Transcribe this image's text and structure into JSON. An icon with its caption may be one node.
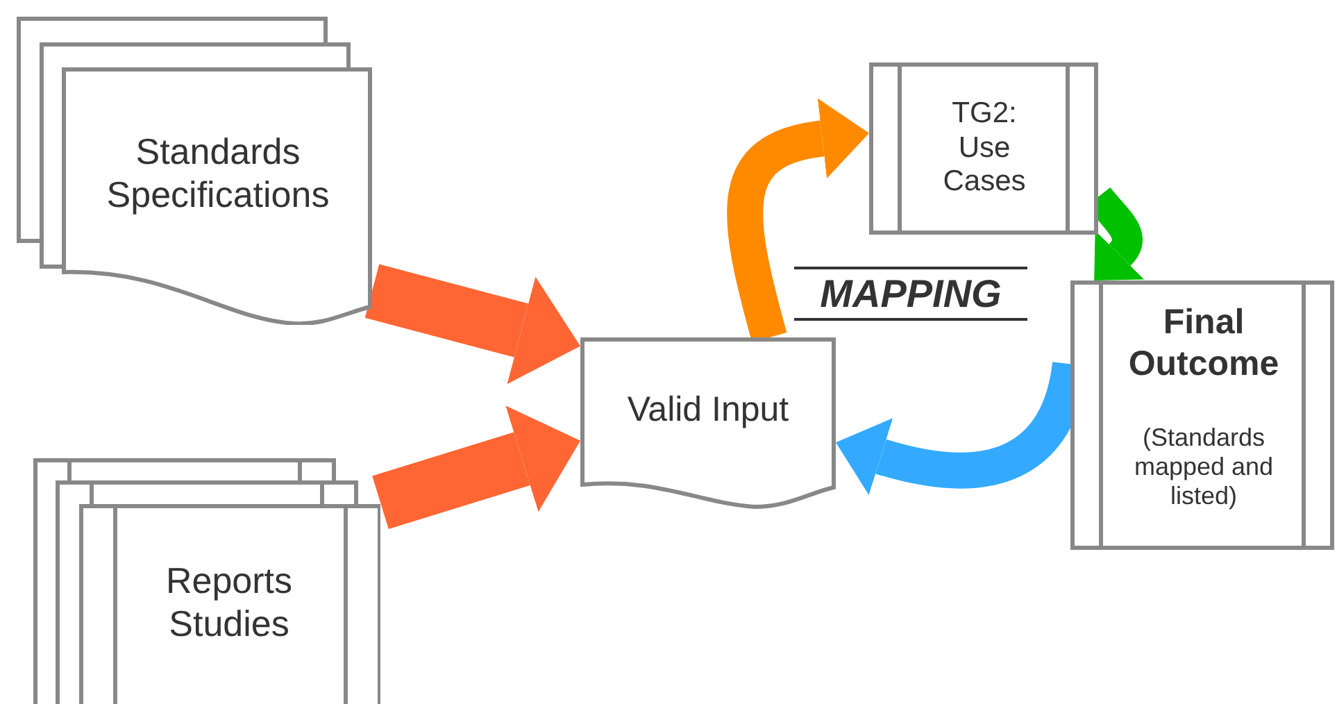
{
  "diagram": {
    "nodes": [
      {
        "text": [
          "Standards Specifications"
        ]
      },
      {
        "text": [
          "Reports Studies"
        ]
      },
      {
        "text": [
          "Valid Input"
        ]
      },
      {
        "text": [
          "TG2: Use Cases"
        ]
      },
      {
        "text": [
          "Final Outcome",
          "(Standards mapped and listed)"
        ]
      }
    ],
    "edges": [
      {
        "from": 0,
        "to": 2,
        "arrow": "to"
      },
      {
        "from": 1,
        "to": 2,
        "arrow": "to"
      },
      {
        "from": 2,
        "to": 3,
        "arrow": "to",
        "color": "#ff8a00"
      },
      {
        "from": 3,
        "to": 4,
        "arrow": "to",
        "color": "#00c000"
      },
      {
        "from": 4,
        "to": 2,
        "arrow": "to",
        "color": "#33aaff"
      }
    ],
    "labels": [
      "MAPPING"
    ]
  }
}
